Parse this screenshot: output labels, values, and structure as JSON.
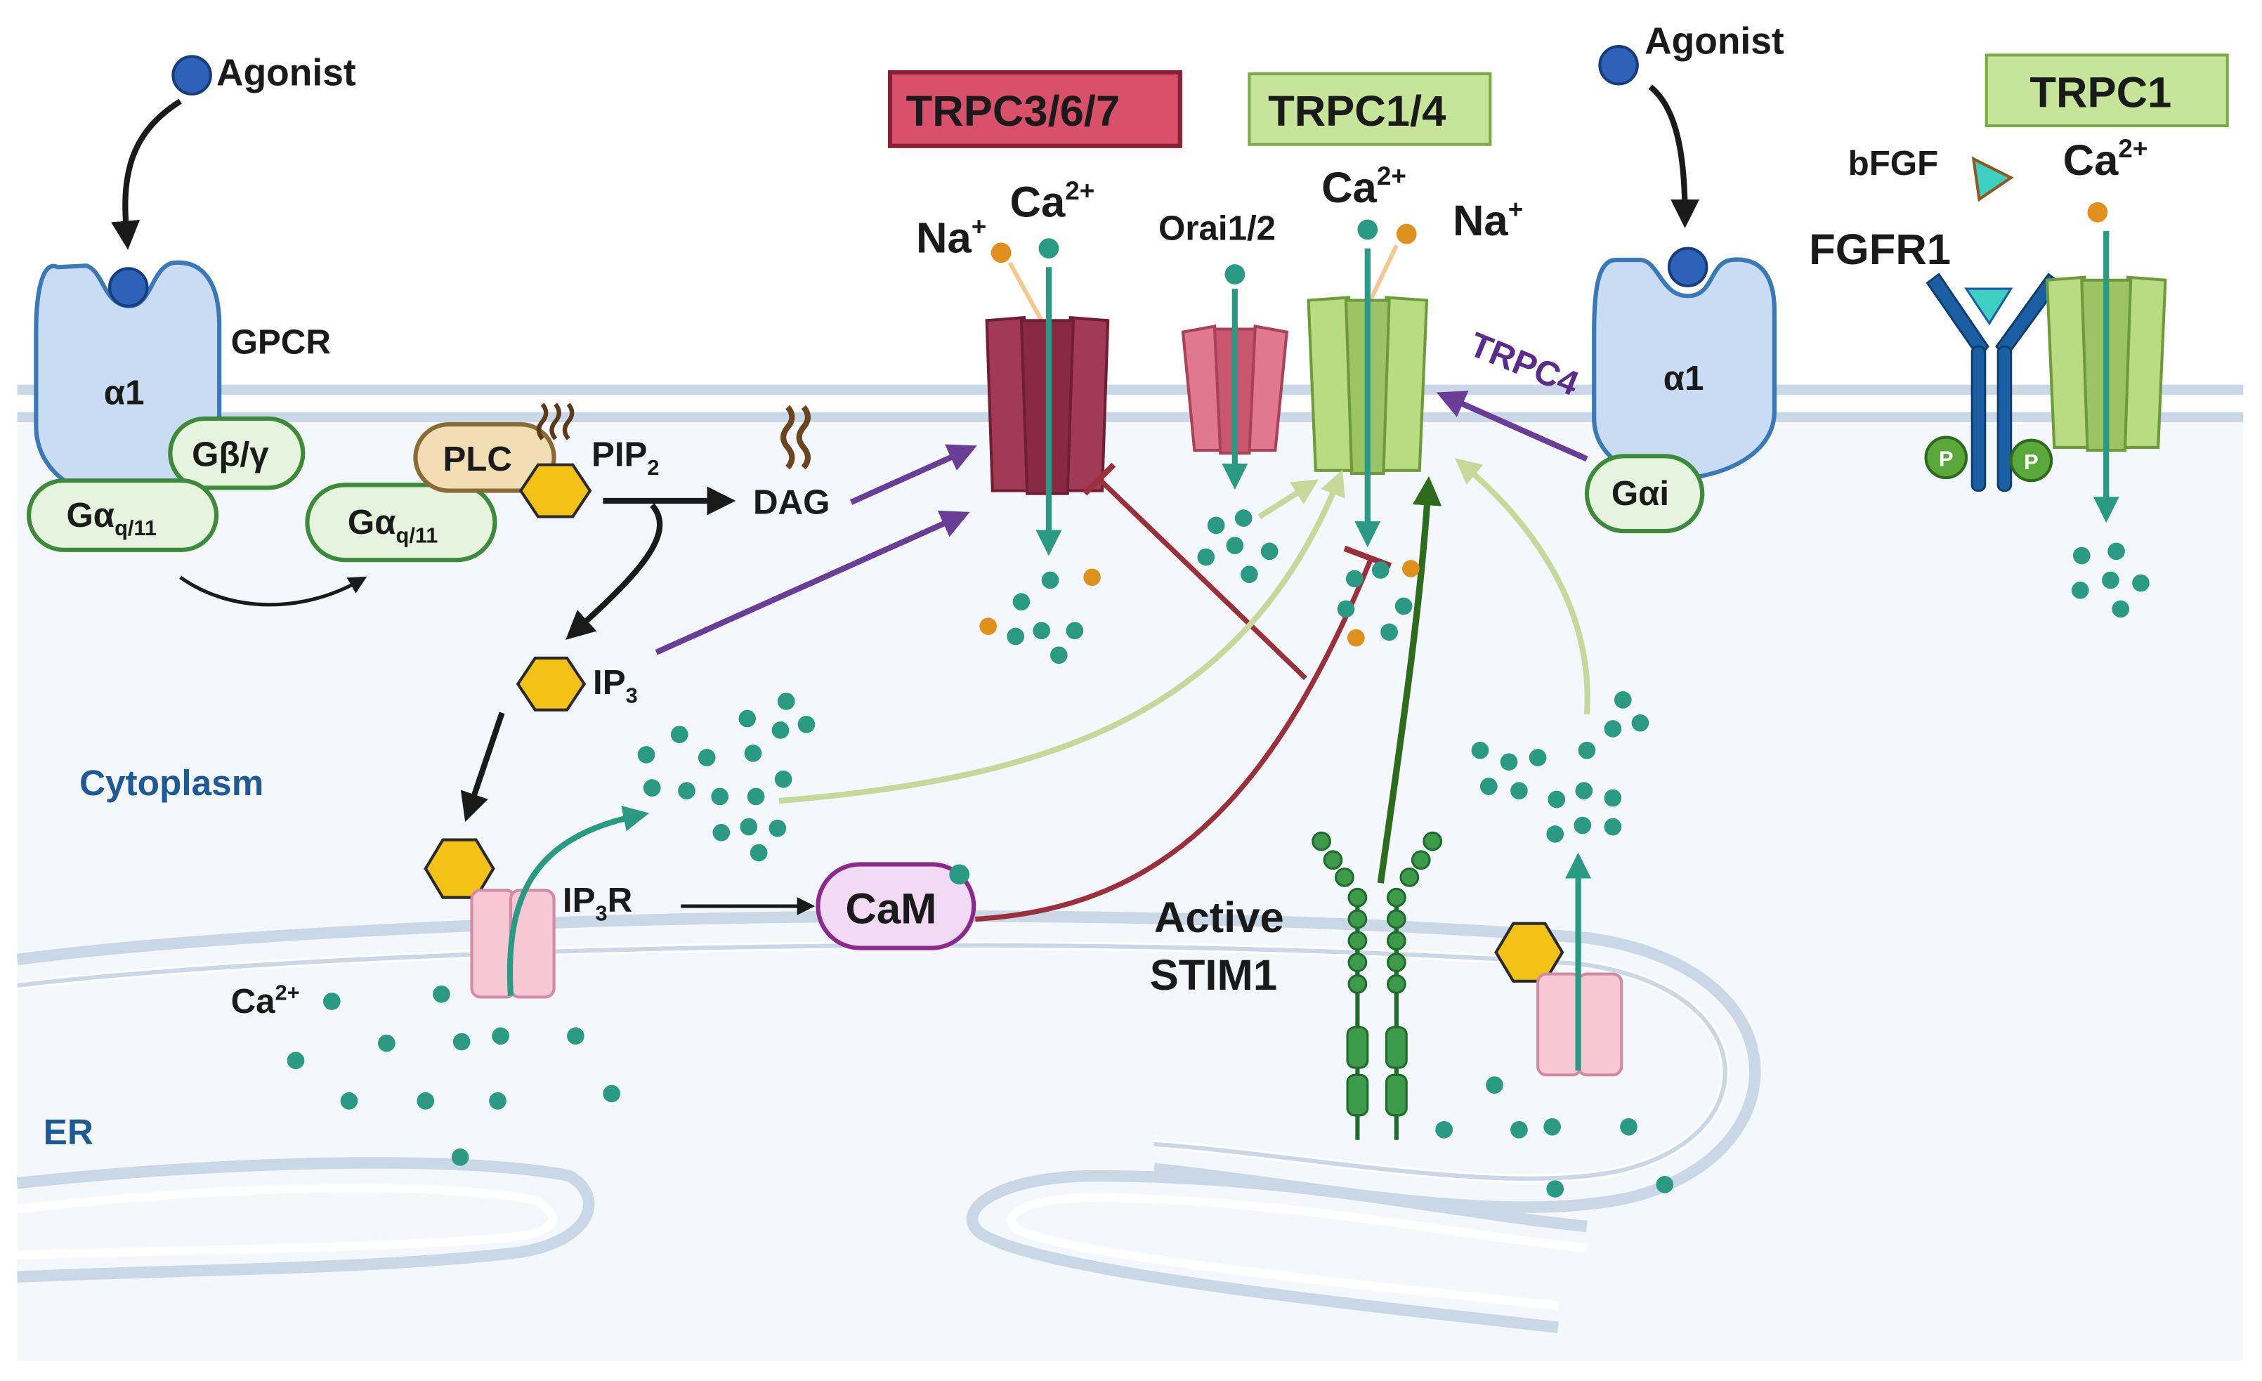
{
  "labels": {
    "agonist": "Agonist",
    "gpcr": "GPCR",
    "alpha1": "α1",
    "gbg": "Gβ/γ",
    "gaq": "Gα",
    "gaq_sub": "q/11",
    "plc": "PLC",
    "pip2": "PIP",
    "pip2_sub": "2",
    "dag": "DAG",
    "ip3": "IP",
    "ip3_sub": "3",
    "ip3r": "IP",
    "ip3r_sub": "3",
    "ip3r_suffix": "R",
    "cytoplasm": "Cytoplasm",
    "er": "ER",
    "ca": "Ca",
    "ca_sup": "2+",
    "na": "Na",
    "na_sup": "+",
    "cam": "CaM",
    "active": "Active",
    "stim1": "STIM1",
    "trpc367": "TRPC3/6/7",
    "trpc14": "TRPC1/4",
    "trpc1": "TRPC1",
    "orai": "Orai1/2",
    "trpc4_arrow": "TRPC4",
    "gai": "Gαi",
    "bfgf": "bFGF",
    "fgfr1": "FGFR1",
    "p": "P"
  },
  "colors": {
    "membrane": "#c9d7e6",
    "cytoplasm_bg": "#f4f7fb",
    "receptor_fill": "#c9dcf3",
    "receptor_stroke": "#3a78b8",
    "gprotein_fill": "#e6f4df",
    "gprotein_stroke": "#3d8a3a",
    "plc_fill": "#f3ddb5",
    "ip3_hex": "#f4c215",
    "trpc367_channel": "#a33a55",
    "trpc367_box": "#d9506a",
    "trpc14_channel": "#b9dc83",
    "trpc14_box": "#c6e59a",
    "orai_channel": "#e2788e",
    "ip3r_channel": "#f8c7d6",
    "calcium": "#2a9a85",
    "sodium": "#e0901c",
    "cam_fill": "#f2d9f4",
    "cam_stroke": "#8b2a8d",
    "stim1": "#3d9a4a",
    "purple_arrow": "#6a3d98",
    "inhibit_red": "#9b2f3c",
    "light_green_arrow": "#c7d99a",
    "dark_green_arrow": "#2e6b1d",
    "fgfr1": "#1b5fa2",
    "phospho": "#5aa83c"
  }
}
